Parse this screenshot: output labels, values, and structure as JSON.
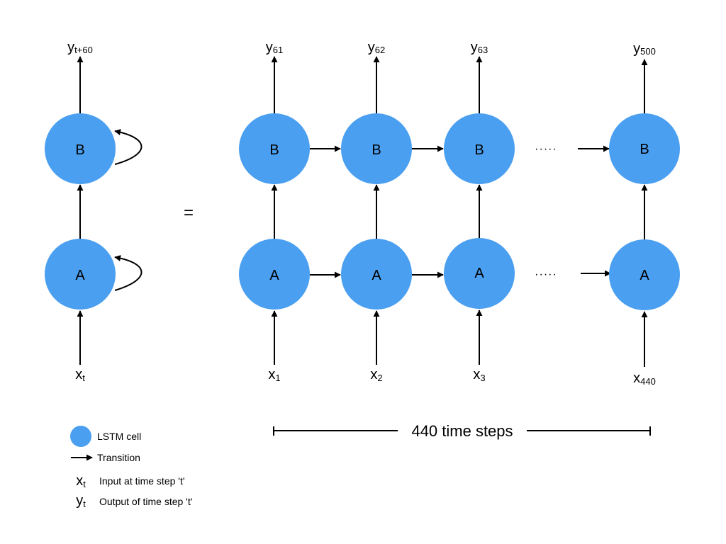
{
  "colors": {
    "cell": "#4a9ff0",
    "line": "#000000",
    "background": "#ffffff"
  },
  "folded": {
    "output": {
      "base": "y",
      "sub": "t+60"
    },
    "top_cell": "B",
    "bottom_cell": "A",
    "input": {
      "base": "x",
      "sub": "t"
    }
  },
  "equals": "=",
  "unrolled": {
    "columns": [
      {
        "top": "B",
        "bottom": "A",
        "output": {
          "base": "y",
          "sub": "61"
        },
        "input": {
          "base": "x",
          "sub": "1"
        }
      },
      {
        "top": "B",
        "bottom": "A",
        "output": {
          "base": "y",
          "sub": "62"
        },
        "input": {
          "base": "x",
          "sub": "2"
        }
      },
      {
        "top": "B",
        "bottom": "A",
        "output": {
          "base": "y",
          "sub": "63"
        },
        "input": {
          "base": "x",
          "sub": "3"
        }
      },
      {
        "top": "B",
        "bottom": "A",
        "output": {
          "base": "y",
          "sub": "500"
        },
        "input": {
          "base": "x",
          "sub": "440"
        }
      }
    ],
    "ellipsis": "·····"
  },
  "span": {
    "label": "440 time steps"
  },
  "legend": {
    "lstm_cell": "LSTM cell",
    "transition": "Transition",
    "input": {
      "base": "x",
      "sub": "t",
      "text": "Input at time step 't'"
    },
    "output": {
      "base": "y",
      "sub": "t",
      "text": "Output of time step 't'"
    }
  }
}
